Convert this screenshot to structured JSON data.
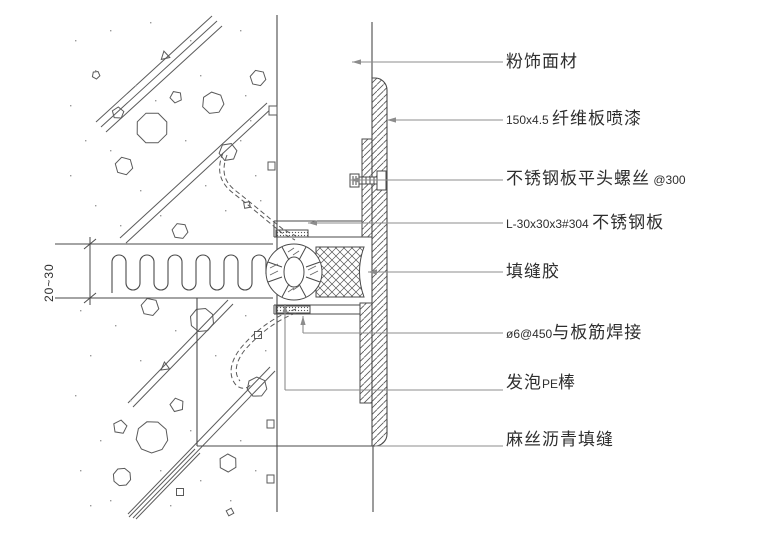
{
  "figure": {
    "type": "construction-detail-drawing",
    "dimension": "20~30",
    "background": "#ffffff",
    "line_color": "#4a4a4a",
    "leader_color": "#8c8c8c",
    "callouts": [
      {
        "id": "finish-material",
        "segments": [
          {
            "text": "粉饰面材",
            "lang": "cn"
          }
        ]
      },
      {
        "id": "fiber-board",
        "segments": [
          {
            "text": "150x4.5 ",
            "lang": "en"
          },
          {
            "text": "纤维板喷漆",
            "lang": "cn"
          }
        ]
      },
      {
        "id": "flat-head-screw",
        "segments": [
          {
            "text": "不锈钢板平头螺丝",
            "lang": "cn"
          },
          {
            "text": " @300",
            "lang": "en"
          }
        ]
      },
      {
        "id": "stainless-plate",
        "segments": [
          {
            "text": "L-30x30x3#304 ",
            "lang": "en"
          },
          {
            "text": "不锈钢板",
            "lang": "cn"
          }
        ]
      },
      {
        "id": "joint-sealant",
        "segments": [
          {
            "text": "填缝胶",
            "lang": "cn"
          }
        ]
      },
      {
        "id": "rebar-weld",
        "segments": [
          {
            "text": "ø6@450",
            "lang": "en"
          },
          {
            "text": "与板筋焊接",
            "lang": "cn"
          }
        ]
      },
      {
        "id": "foamed-pe-rod",
        "segments": [
          {
            "text": "发泡",
            "lang": "cn"
          },
          {
            "text": "PE",
            "lang": "en"
          },
          {
            "text": "棒",
            "lang": "cn"
          }
        ]
      },
      {
        "id": "hemp-asphalt-caulk",
        "segments": [
          {
            "text": "麻丝沥青填缝",
            "lang": "cn"
          }
        ]
      }
    ]
  }
}
